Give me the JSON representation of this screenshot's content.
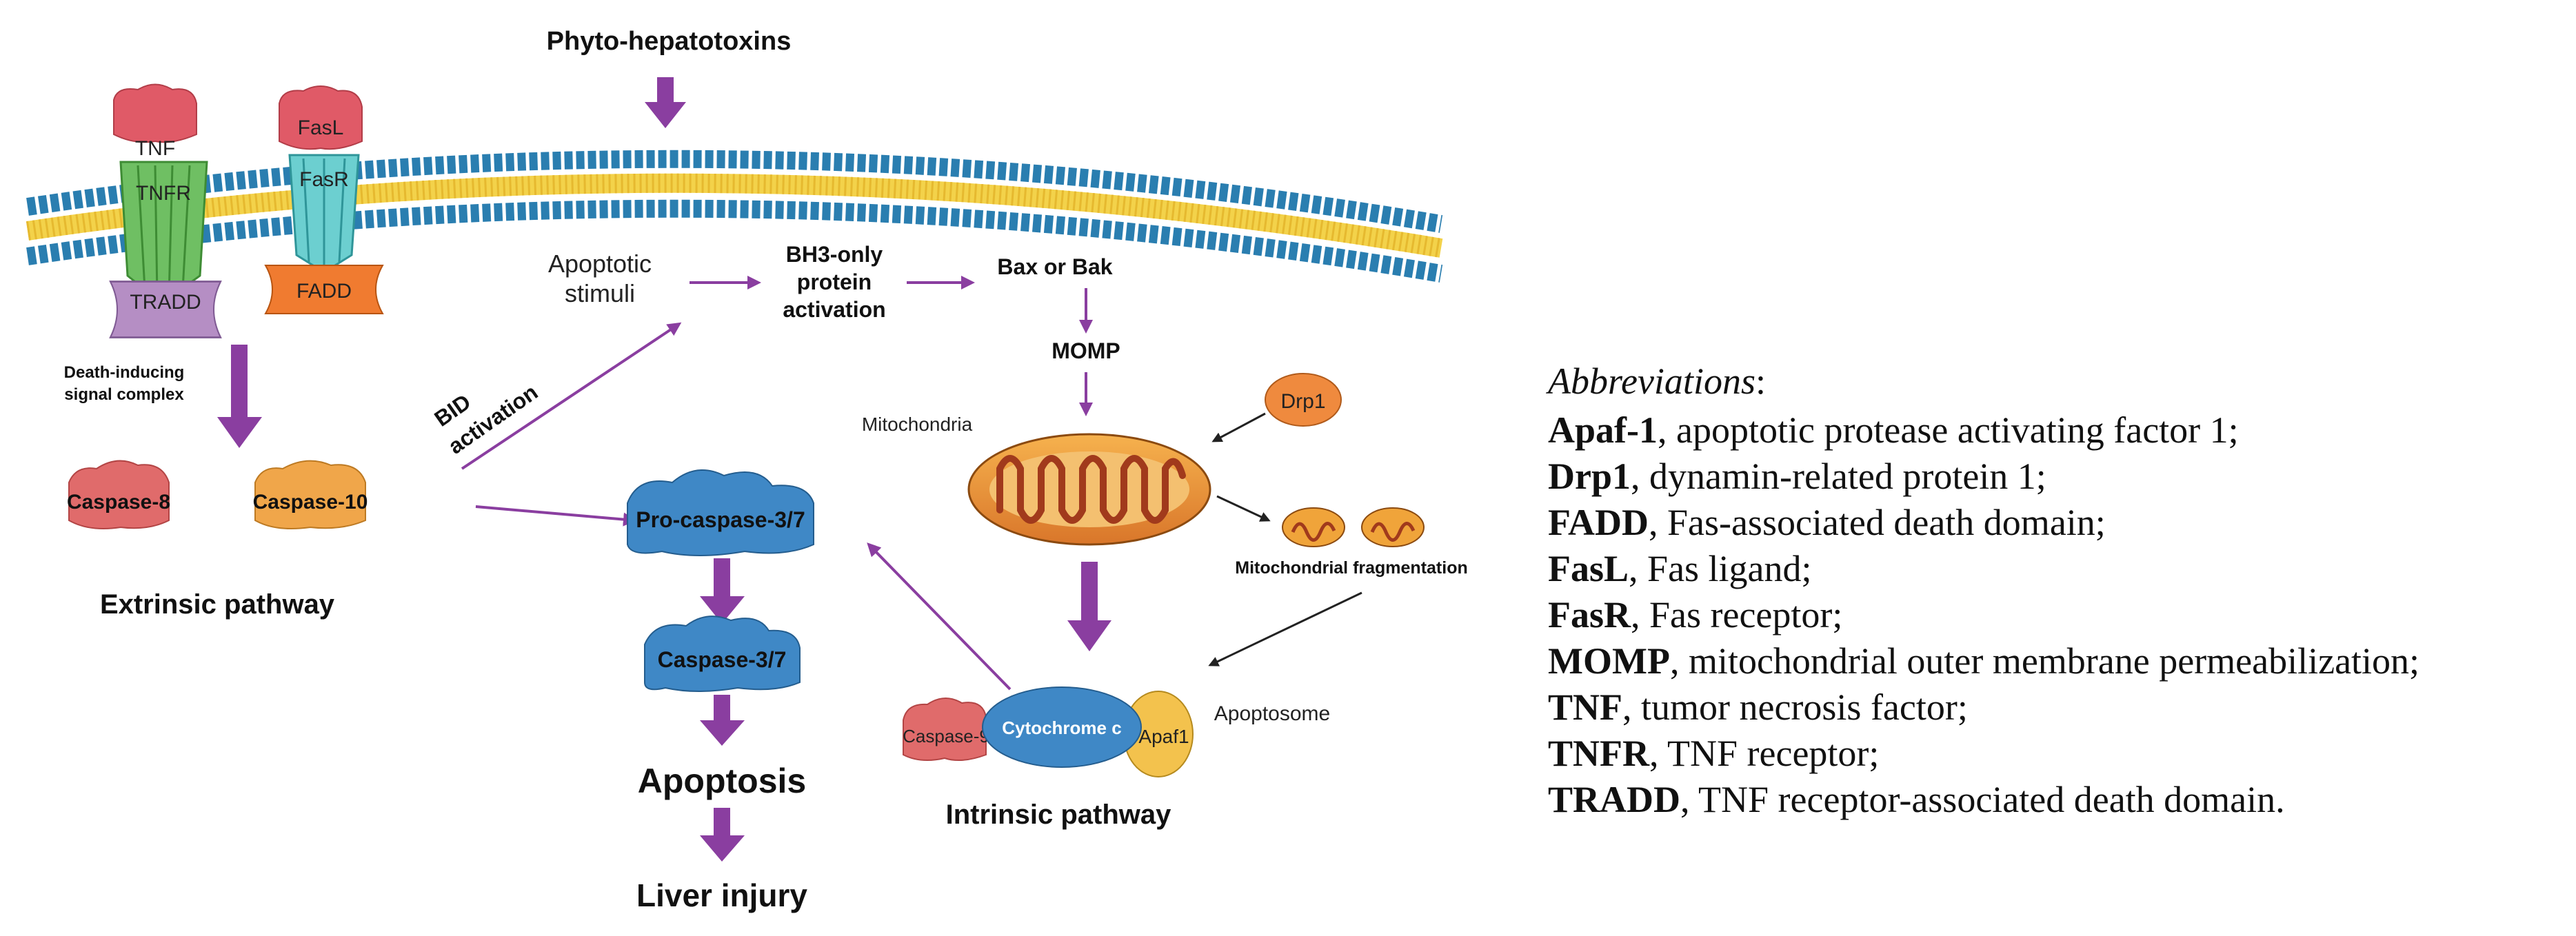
{
  "diagram": {
    "top_label": "Phyto-hepatotoxins",
    "receptors": {
      "tnf": "TNF",
      "tnfr": "TNFR",
      "tradd": "TRADD",
      "fasl": "FasL",
      "fasr": "FasR",
      "fadd": "FADD"
    },
    "disc_line1": "Death-inducing",
    "disc_line2": "signal complex",
    "caspase8": "Caspase-8",
    "caspase10": "Caspase-10",
    "extrinsic_label": "Extrinsic pathway",
    "bid_line1": "BID",
    "bid_line2": "activation",
    "apoptotic_line1": "Apoptotic",
    "apoptotic_line2": "stimuli",
    "bh3_line1": "BH3-only",
    "bh3_line2": "protein",
    "bh3_line3": "activation",
    "bax_bak": "Bax or Bak",
    "momp": "MOMP",
    "drp1": "Drp1",
    "mitochondria": "Mitochondria",
    "mito_frag": "Mitochondrial  fragmentation",
    "procaspase": "Pro-caspase-3/7",
    "caspase37": "Caspase-3/7",
    "apoptosis": "Apoptosis",
    "liver_injury": "Liver injury",
    "caspase9": "Caspase-9",
    "cytochrome": "Cytochrome c",
    "apaf1": "Apaf1",
    "apoptosome": "Apoptosome",
    "intrinsic_label": "Intrinsic pathway"
  },
  "colors": {
    "arrow_purple": "#8a3ea0",
    "membrane_blue": "#2a7eb0",
    "membrane_yellow": "#f3d24a",
    "caspase8": "#e06b6b",
    "caspase10": "#f0a64a",
    "caspase37_blue": "#3f88c6",
    "mito_orange": "#e58a2f"
  },
  "abbreviations": {
    "title": "Abbreviations",
    "title_suffix": ":",
    "items": [
      {
        "term": "Apaf-1",
        "def": ", apoptotic protease activating factor 1;"
      },
      {
        "term": "Drp1",
        "def": ", dynamin-related protein 1;"
      },
      {
        "term": "FADD",
        "def": ", Fas-associated death domain;"
      },
      {
        "term": "FasL",
        "def": ", Fas ligand;"
      },
      {
        "term": "FasR",
        "def": ", Fas receptor;"
      },
      {
        "term": "MOMP",
        "def": ", mitochondrial outer membrane permeabilization;"
      },
      {
        "term": "TNF",
        "def": ", tumor necrosis factor;"
      },
      {
        "term": "TNFR",
        "def": ", TNF receptor;"
      },
      {
        "term": "TRADD",
        "def": ", TNF receptor-associated death domain."
      }
    ]
  }
}
